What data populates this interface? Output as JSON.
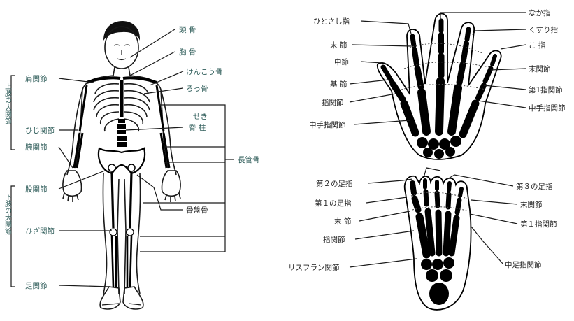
{
  "body_labels": {
    "skull": "頭 骨",
    "sternum": "胸 骨",
    "clavicle": "けんこう骨",
    "rib": "ろっ骨",
    "spine_ruby": "せき",
    "spine": "脊 柱",
    "long_bone": "長管骨",
    "sacrum": "骨盤骨",
    "shoulder_joint": "肩関節",
    "elbow_joint": "ひじ関節",
    "wrist_joint": "腕関節",
    "hip_joint": "股関節",
    "knee_joint": "ひざ関節",
    "ankle_joint": "足関節",
    "upper_limb_group": "上肢の大関節",
    "lower_limb_group": "下肢の大関節"
  },
  "hand_labels": {
    "distal_phalanx_left": "ひとさし指",
    "end_joint": "末 節",
    "middle_phalanx": "中節",
    "base_phalanx": "基 節",
    "carpal_joint": "指関節",
    "metacarpal_joint": "中手指関節",
    "middle_finger": "なか指",
    "ring_finger": "くすり指",
    "little_finger": "こ 指",
    "distal_joint_right": "末関節",
    "second_joint": "第1指関節",
    "metacarpophalangeal": "中手指関節"
  },
  "foot_labels": {
    "second_toe": "第２の足指",
    "first_toe": "第１の足指",
    "end_phalanx": "末 節",
    "toe_joint": "指関節",
    "lisfranc_joint": "リスフラン関節",
    "third_toe": "第３の足指",
    "distal_joint": "末関節",
    "first_toe_joint": "第１指関節",
    "metatarsophalangeal": "中足指関節"
  }
}
